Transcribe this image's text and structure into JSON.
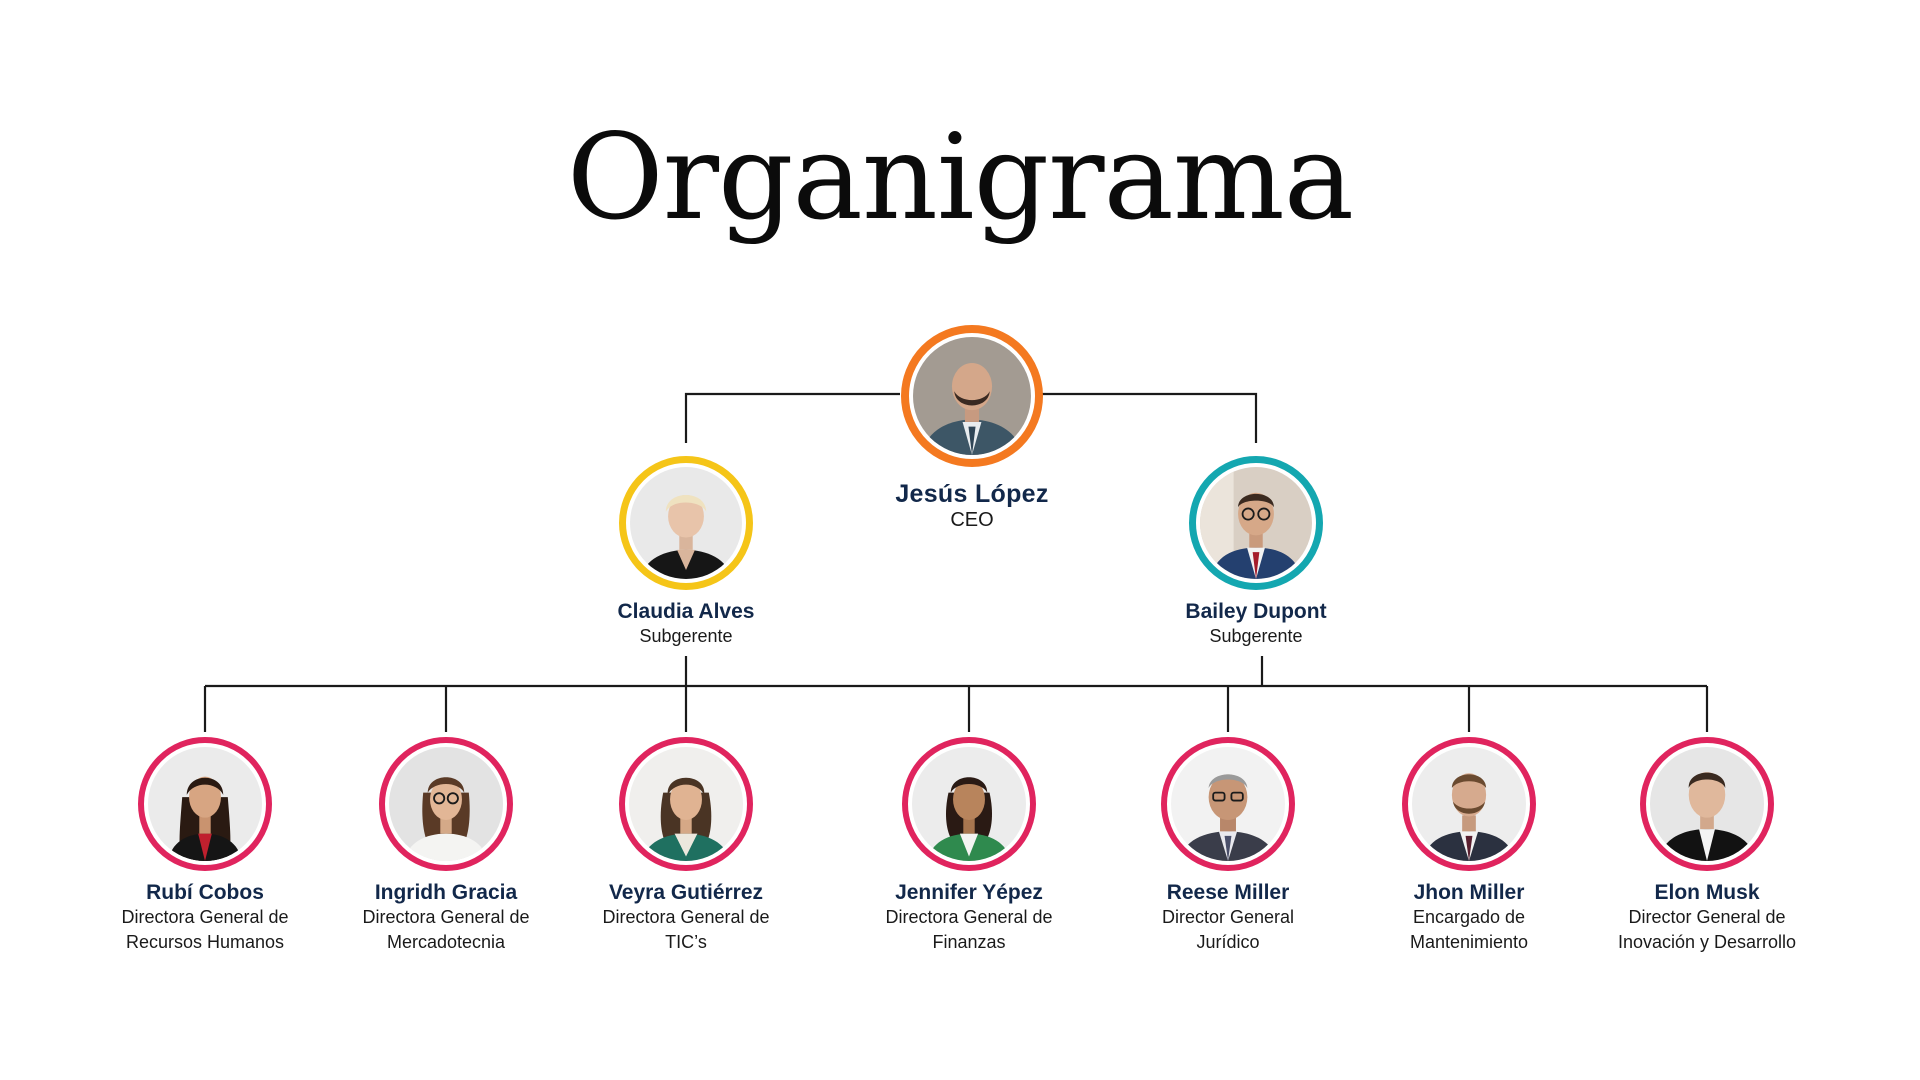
{
  "title": "Organigrama",
  "colors": {
    "line": "#1a1a1a",
    "name": "#12284a",
    "ring_ceo": "#f47920",
    "ring_claudia": "#f5c518",
    "ring_bailey": "#14a7b0",
    "ring_directors": "#e0245e"
  },
  "ceo": {
    "name": "Jesús López",
    "role": "CEO",
    "ring": "#f47920",
    "photo": "man-suit-bald-icon"
  },
  "subgerentes": [
    {
      "name": "Claudia Alves",
      "role": "Subgerente",
      "ring": "#f5c518",
      "photo": "woman-blonde-short-icon"
    },
    {
      "name": "Bailey Dupont",
      "role": "Subgerente",
      "ring": "#14a7b0",
      "photo": "man-glasses-suit-icon"
    }
  ],
  "directors": [
    {
      "name": "Rubí Cobos",
      "role_line1": "Directora General de",
      "role_line2": "Recursos Humanos",
      "ring": "#e0245e",
      "photo": "woman-dark-hair-icon"
    },
    {
      "name": "Ingridh Gracia",
      "role_line1": "Directora General de",
      "role_line2": "Mercadotecnia",
      "ring": "#e0245e",
      "photo": "woman-glasses-white-icon"
    },
    {
      "name": "Veyra Gutiérrez",
      "role_line1": "Directora General de",
      "role_line2": "TIC’s",
      "ring": "#e0245e",
      "photo": "woman-green-jacket-icon"
    },
    {
      "name": "Jennifer Yépez",
      "role_line1": "Directora General de",
      "role_line2": "Finanzas",
      "ring": "#e0245e",
      "photo": "woman-green-blazer-icon"
    },
    {
      "name": "Reese Miller",
      "role_line1": "Director General",
      "role_line2": "Jurídico",
      "ring": "#e0245e",
      "photo": "man-glasses-grey-hair-icon"
    },
    {
      "name": "Jhon Miller",
      "role_line1": "Encargado de",
      "role_line2": "Mantenimiento",
      "ring": "#e0245e",
      "photo": "man-beard-suit-icon"
    },
    {
      "name": "Elon Musk",
      "role_line1": "Director General de",
      "role_line2": "Inovación y Desarrollo",
      "ring": "#e0245e",
      "photo": "man-black-suit-icon"
    }
  ]
}
